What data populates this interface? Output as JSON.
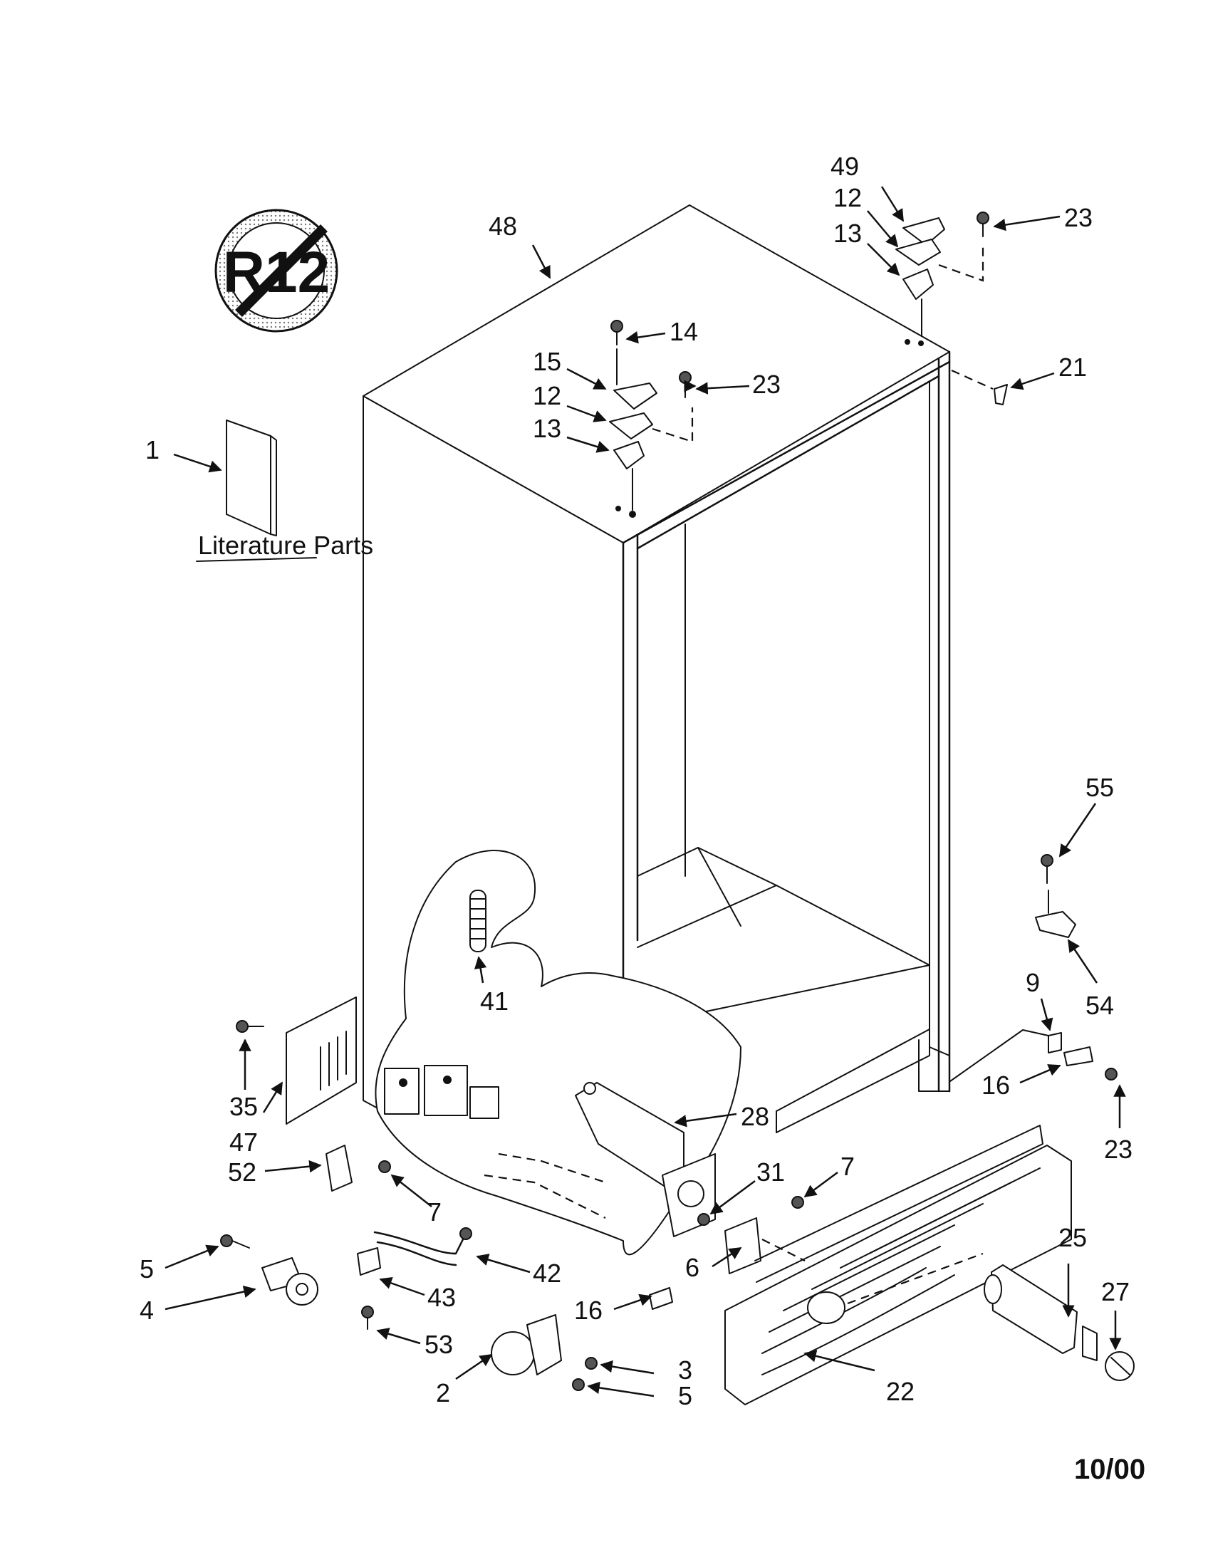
{
  "badge": {
    "text": "R12"
  },
  "literature_label": "Literature Parts",
  "footer": {
    "date": "10/00"
  },
  "labels": {
    "p48": "48",
    "p49": "49",
    "p12a": "12",
    "p13a": "13",
    "p23a": "23",
    "p14": "14",
    "p15": "15",
    "p23b": "23",
    "p12b": "12",
    "p13b": "13",
    "p21": "21",
    "p1": "1",
    "p55": "55",
    "p54": "54",
    "p9": "9",
    "p16a": "16",
    "p23c": "23",
    "p41": "41",
    "p28": "28",
    "p35": "35",
    "p47": "47",
    "p52": "52",
    "p7a": "7",
    "p31": "31",
    "p7b": "7",
    "p25": "25",
    "p27": "27",
    "p5a": "5",
    "p4": "4",
    "p42": "42",
    "p6": "6",
    "p43": "43",
    "p53": "53",
    "p16b": "16",
    "p3": "3",
    "p2": "2",
    "p5b": "5",
    "p22": "22"
  }
}
